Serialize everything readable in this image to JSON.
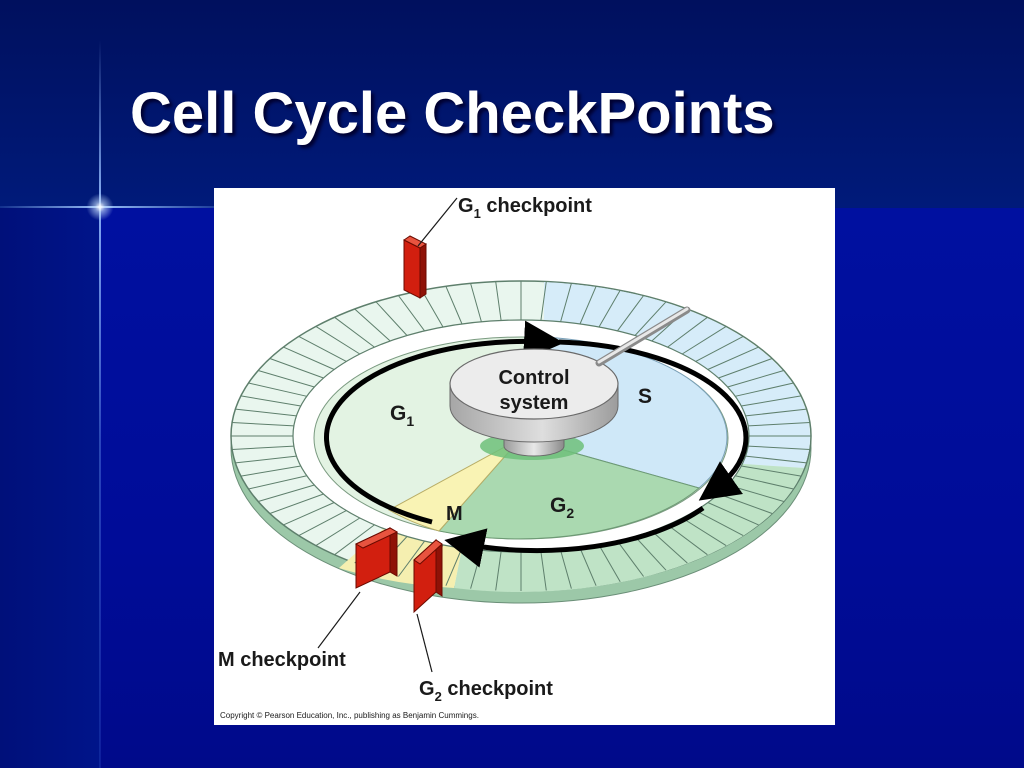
{
  "slide": {
    "title": "Cell Cycle CheckPoints"
  },
  "diagram": {
    "control_system": [
      "Control",
      "system"
    ],
    "phases": {
      "g1": {
        "main": "G",
        "sub": "1"
      },
      "s": {
        "main": "S"
      },
      "g2": {
        "main": "G",
        "sub": "2"
      },
      "m": {
        "main": "M"
      }
    },
    "checkpoints": {
      "g1": {
        "main": "G",
        "sub": "1",
        "rest": " checkpoint"
      },
      "m": {
        "main": "M checkpoint"
      },
      "g2": {
        "main": "G",
        "sub": "2",
        "rest": " checkpoint"
      }
    },
    "copyright": "Copyright © Pearson Education, Inc., publishing as Benjamin Cummings."
  },
  "colors": {
    "background": "#000a8c",
    "g1_phase": "#e3f3e3",
    "s_phase": "#cfe8f8",
    "g2_phase": "#aad9b0",
    "m_phase": "#f9f3b4",
    "checkpoint_barrier": "#d21f0f",
    "cycle_arrow": "#000000"
  }
}
